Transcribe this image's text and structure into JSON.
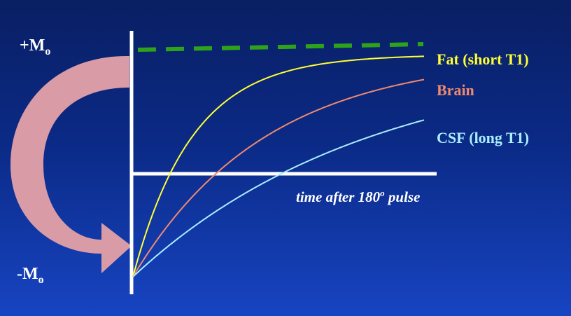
{
  "labels": {
    "plus_m": {
      "prefix": "+M",
      "sub": "o"
    },
    "minus_m": {
      "prefix": "-M",
      "sub": "o"
    },
    "time_axis": {
      "text": "time after 180",
      "sup": "o",
      "suffix": " pulse"
    }
  },
  "curves": [
    {
      "key": "fat",
      "label": "Fat (short T1)",
      "color": "#ffff33",
      "t1": 85
    },
    {
      "key": "brain",
      "label": "Brain",
      "color": "#f08a6e",
      "t1": 190
    },
    {
      "key": "csf",
      "label": "CSF (long T1)",
      "color": "#aaeeff",
      "t1": 340
    }
  ],
  "equilibrium_line": {
    "color": "#2ea31a",
    "style": "dashed"
  },
  "arrow": {
    "color": "#d99ba6"
  },
  "axis_color": "#ffffff"
}
